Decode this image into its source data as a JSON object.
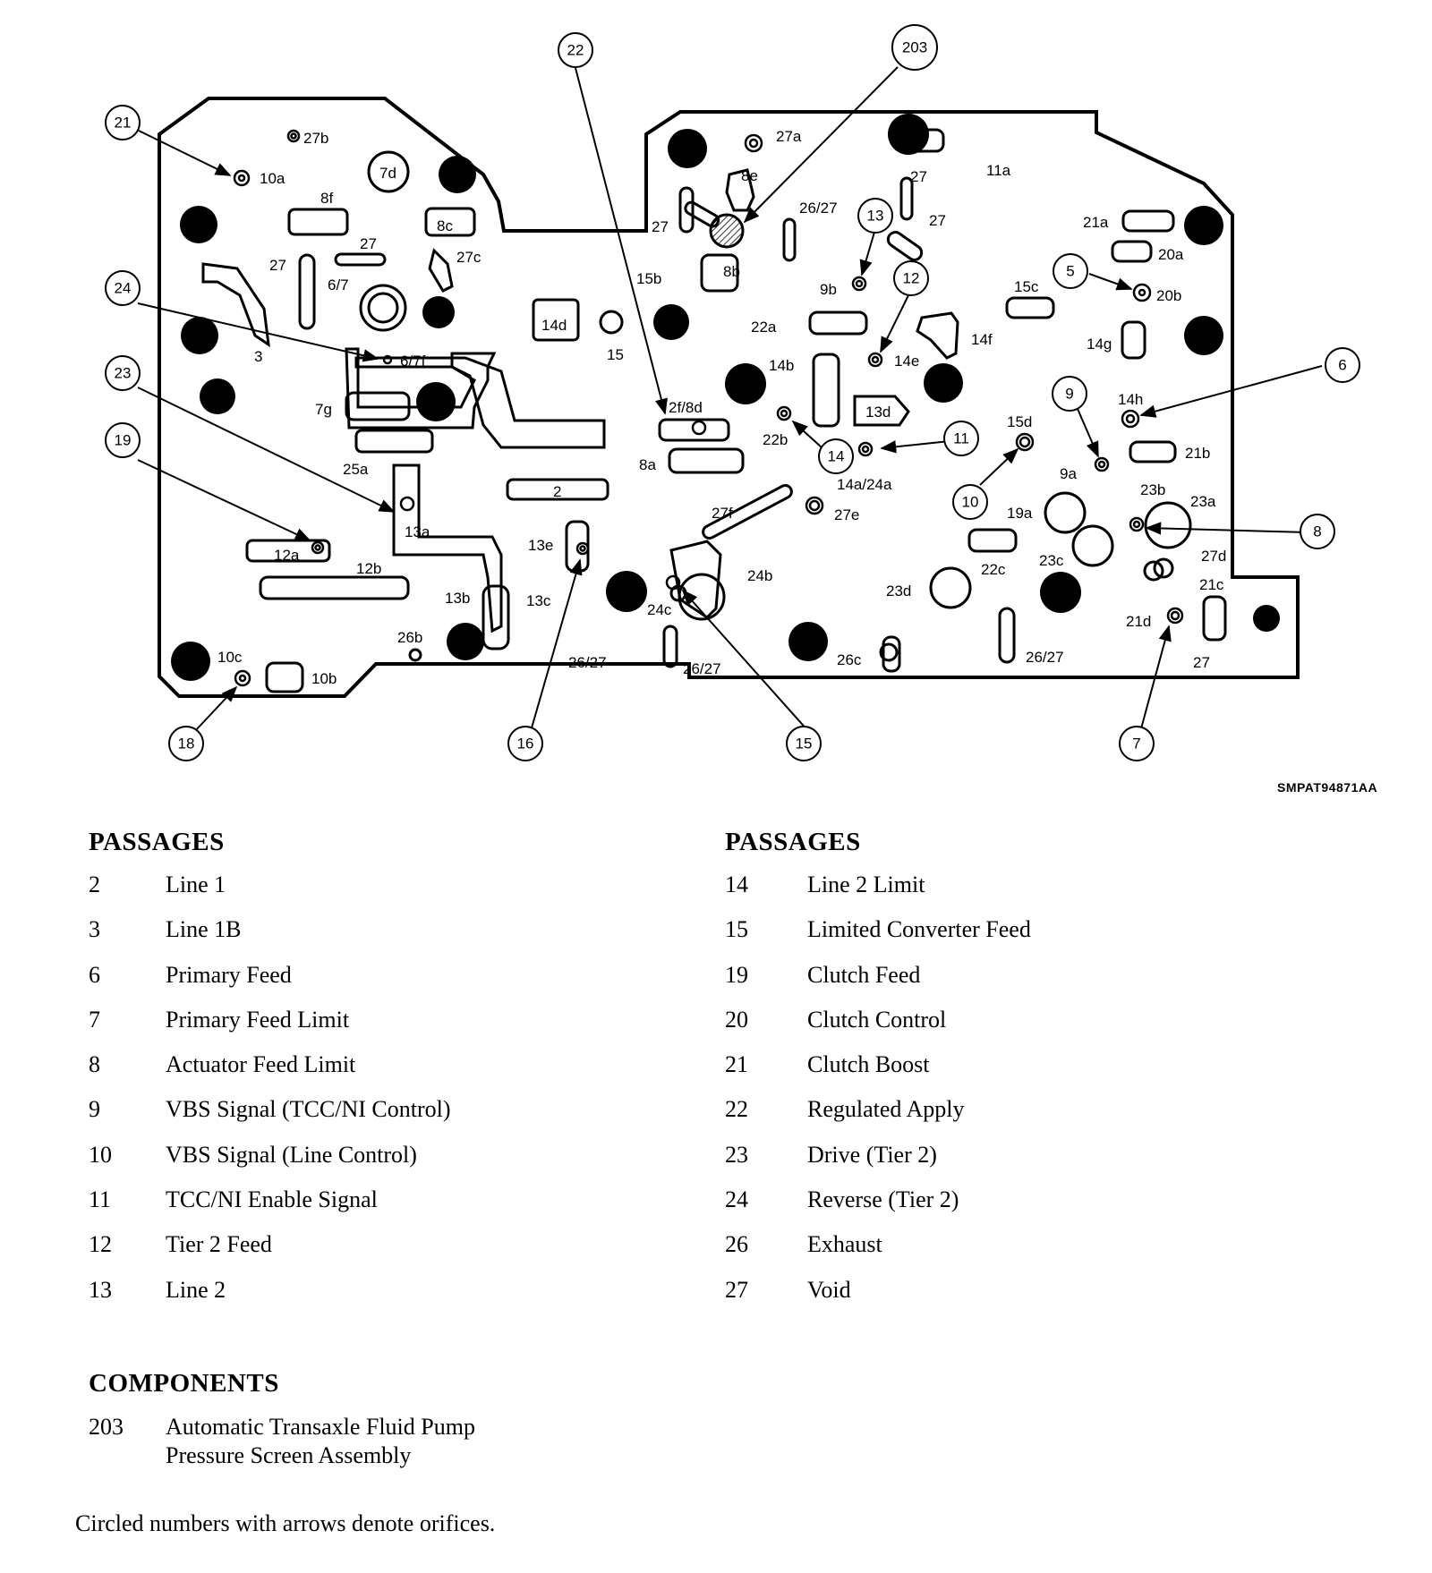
{
  "diagram": {
    "figure_code": "SMPAT94871AA",
    "callouts": [
      "22",
      "203",
      "21",
      "24",
      "23",
      "19",
      "13",
      "12",
      "5",
      "6",
      "9",
      "11",
      "14",
      "10",
      "8",
      "7",
      "15",
      "16",
      "18"
    ],
    "labels": {
      "l27b": "27b",
      "l10a": "10a",
      "l7d": "7d",
      "l8f": "8f",
      "l8c": "8c",
      "l27_1": "27",
      "l27c": "27c",
      "l27_2": "27",
      "l67": "6/7",
      "l3": "3",
      "l67f": "6/7f",
      "l14d": "14d",
      "l15": "15",
      "l7g": "7g",
      "l25a": "25a",
      "l2f8d": "2f/8d",
      "l8a": "8a",
      "l2": "2",
      "l13a": "13a",
      "l12a": "12a",
      "l12b": "12b",
      "l13b": "13b",
      "l13e": "13e",
      "l13c": "13c",
      "l26b": "26b",
      "l10c": "10c",
      "l10b": "10b",
      "l2627a": "26/27",
      "l2627b": "26/27",
      "l27a": "27a",
      "l8e": "8e",
      "l27_3": "27",
      "l8b": "8b",
      "l15b": "15b",
      "l2627c": "26/27",
      "l9b": "9b",
      "l22a": "22a",
      "l14b": "14b",
      "l22b": "22b",
      "l27_4": "27",
      "l27_5": "27",
      "l11a": "11a",
      "l21a": "21a",
      "l20a": "20a",
      "l20b": "20b",
      "l15c": "15c",
      "l14f": "14f",
      "l14e": "14e",
      "l14g": "14g",
      "l13d": "13d",
      "l14h": "14h",
      "l15d": "15d",
      "l21b": "21b",
      "l14a24a": "14a/24a",
      "l9a": "9a",
      "l27f": "27f",
      "l27e": "27e",
      "l19a": "19a",
      "l23b": "23b",
      "l23a": "23a",
      "l22c": "22c",
      "l23c": "23c",
      "l27d": "27d",
      "l21c": "21c",
      "l24b": "24b",
      "l24c": "24c",
      "l23d": "23d",
      "l21d": "21d",
      "l27_6": "27",
      "l26c": "26c",
      "l2627d": "26/27"
    }
  },
  "passages_left": {
    "heading": "PASSAGES",
    "items": [
      {
        "num": "2",
        "name": "Line 1"
      },
      {
        "num": "3",
        "name": "Line 1B"
      },
      {
        "num": "6",
        "name": "Primary Feed"
      },
      {
        "num": "7",
        "name": "Primary Feed Limit"
      },
      {
        "num": "8",
        "name": "Actuator Feed Limit"
      },
      {
        "num": "9",
        "name": "VBS Signal (TCC/NI Control)"
      },
      {
        "num": "10",
        "name": "VBS Signal (Line Control)"
      },
      {
        "num": "11",
        "name": "TCC/NI Enable Signal"
      },
      {
        "num": "12",
        "name": "Tier 2 Feed"
      },
      {
        "num": "13",
        "name": "Line 2"
      }
    ]
  },
  "passages_right": {
    "heading": "PASSAGES",
    "items": [
      {
        "num": "14",
        "name": "Line 2 Limit"
      },
      {
        "num": "15",
        "name": "Limited Converter Feed"
      },
      {
        "num": "19",
        "name": "Clutch Feed"
      },
      {
        "num": "20",
        "name": "Clutch Control"
      },
      {
        "num": "21",
        "name": "Clutch Boost"
      },
      {
        "num": "22",
        "name": "Regulated Apply"
      },
      {
        "num": "23",
        "name": "Drive (Tier 2)"
      },
      {
        "num": "24",
        "name": "Reverse (Tier 2)"
      },
      {
        "num": "26",
        "name": "Exhaust"
      },
      {
        "num": "27",
        "name": "Void"
      }
    ]
  },
  "components": {
    "heading": "COMPONENTS",
    "items": [
      {
        "num": "203",
        "line1": "Automatic Transaxle Fluid Pump",
        "line2": "Pressure Screen Assembly"
      }
    ]
  },
  "note": "Circled numbers with arrows denote orifices."
}
